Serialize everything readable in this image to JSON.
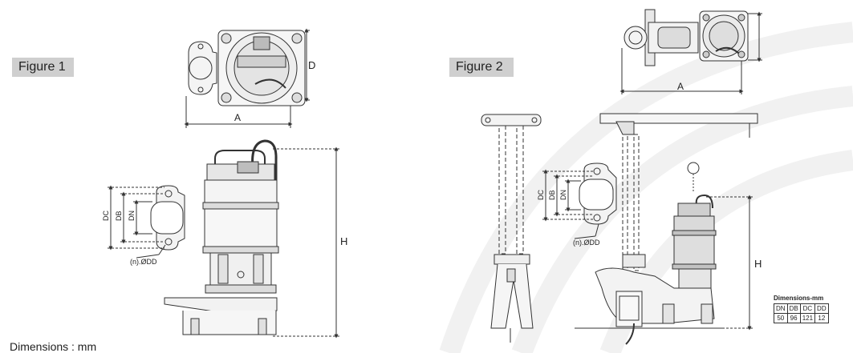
{
  "figures": {
    "fig1_label": "Figure 1",
    "fig2_label": "Figure 2"
  },
  "dimension_labels": {
    "A": "A",
    "D": "D",
    "H": "H",
    "DC": "DC",
    "DB": "DB",
    "DN": "DN",
    "hole": "(n).ØDD"
  },
  "footer": {
    "note": "Dimensions : mm"
  },
  "table": {
    "title": "Dimensions-mm",
    "headers": [
      "DN",
      "DB",
      "DC",
      "DD"
    ],
    "row": [
      "50",
      "96",
      "121",
      "12"
    ]
  },
  "colors": {
    "line": "#333333",
    "label_bg": "#cfcfcf",
    "watermark": "#f1f1f1"
  }
}
